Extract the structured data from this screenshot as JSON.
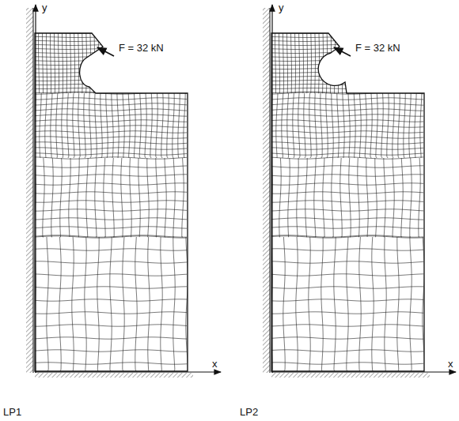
{
  "diagram": {
    "labels": [
      "y",
      "F = 32 kN",
      "x",
      "LP1",
      "y",
      "F = 32 kN",
      "x",
      "LP2"
    ]
  }
}
